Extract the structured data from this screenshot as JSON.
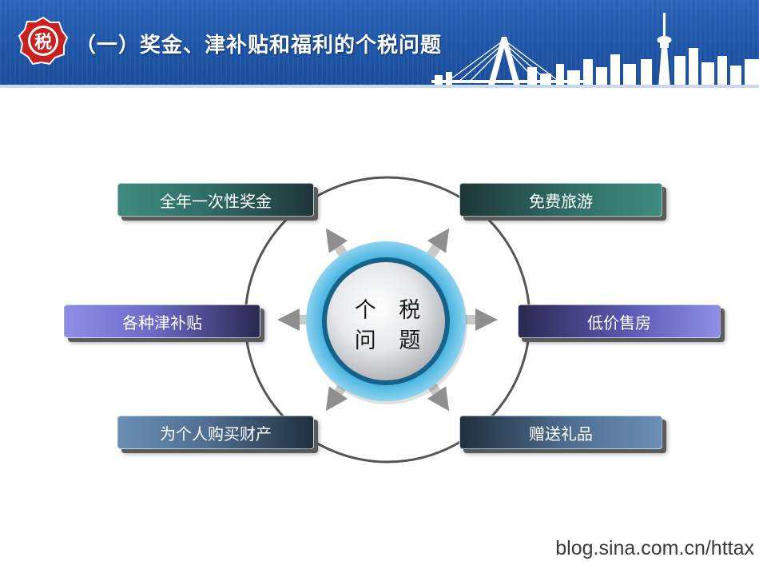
{
  "header": {
    "title": "（一）奖金、津补贴和福利的个税问题",
    "logo_char": "税",
    "colors": {
      "banner": "#1d54a6",
      "logo": "#c8201e"
    }
  },
  "diagram": {
    "center": {
      "line1": "个 税",
      "line2": "问 题"
    },
    "nodes": [
      {
        "label": "全年一次性奖金"
      },
      {
        "label": "免费旅游"
      },
      {
        "label": "各种津补贴"
      },
      {
        "label": "低价售房"
      },
      {
        "label": "为个人购买财产"
      },
      {
        "label": "赠送礼品"
      }
    ],
    "colors": {
      "teal": "#2f6e68",
      "purple": "#6d6bc6",
      "steel": "#4f6f92",
      "hub_ring": "#3aa7d6"
    }
  },
  "watermark": "blog.sina.com.cn/httax"
}
